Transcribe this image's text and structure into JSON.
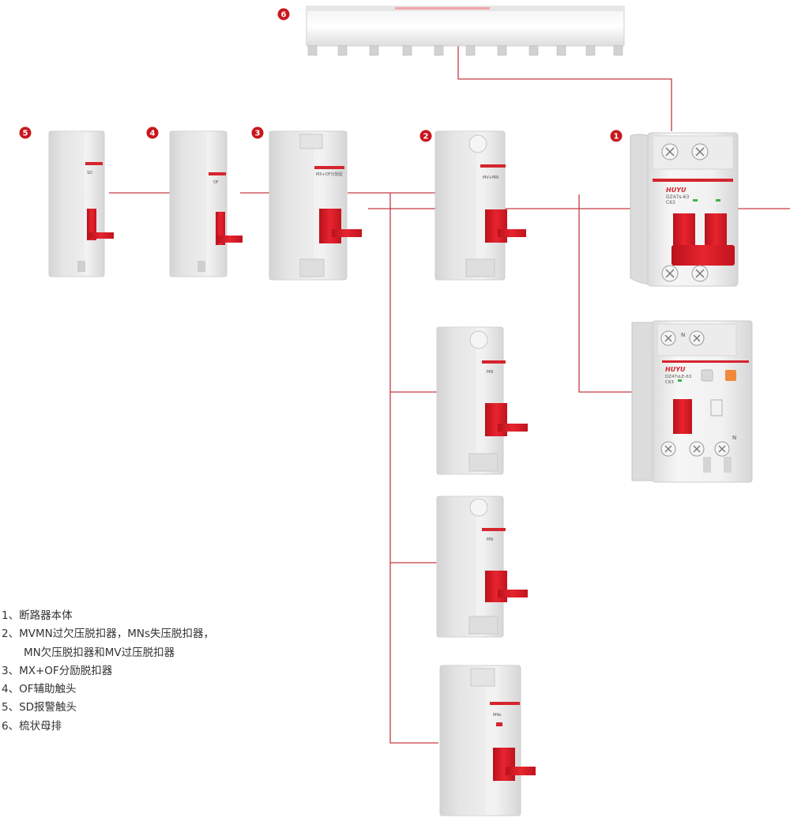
{
  "colors": {
    "accent": "#d5252e",
    "connector": "#c73a45",
    "body": "#ececec",
    "badge": "#c8161e"
  },
  "badges": [
    "1",
    "2",
    "3",
    "4",
    "5",
    "6"
  ],
  "components": {
    "busbar": {
      "text": ""
    },
    "breaker_main": {
      "brand": "HUYU",
      "model": "DZ47s-63",
      "rating": "C63"
    },
    "breaker_rcbo": {
      "brand": "HUYU",
      "model": "DZ47sLE-63",
      "rating": "C63",
      "terminal": "N"
    },
    "mvmn": {
      "label": "MV+MN"
    },
    "mxof": {
      "label": "MX+OF分励型"
    },
    "of": {
      "label": "OF"
    },
    "sd": {
      "label": "SD"
    },
    "mn1": {
      "label": "MN"
    },
    "mn2": {
      "label": "MN"
    },
    "mns": {
      "label": "MNs"
    }
  },
  "legend": [
    "1、断路器本体",
    "2、MVMN过欠压脱扣器，MNs失压脱扣器，",
    "MN欠压脱扣器和MV过压脱扣器",
    "3、MX+OF分励脱扣器",
    "4、OF辅助触头",
    "5、SD报警触头",
    "6、梳状母排"
  ]
}
